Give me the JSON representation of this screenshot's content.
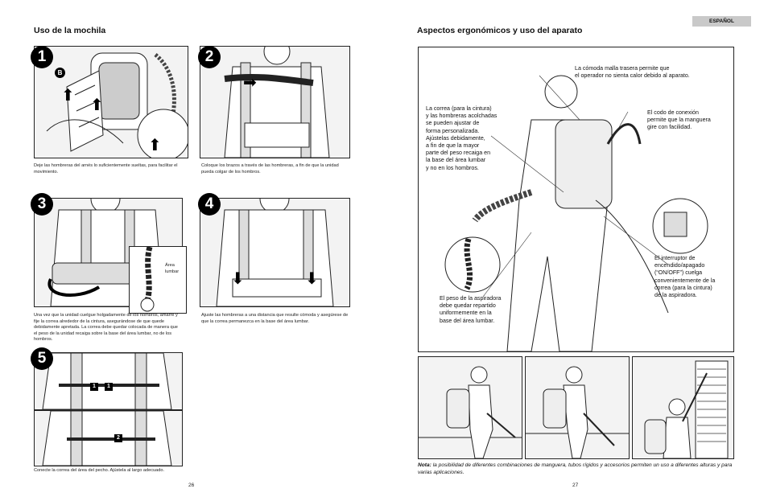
{
  "left": {
    "title": "Uso de la mochila",
    "steps": [
      {
        "number": "1",
        "label_b": "B",
        "caption": "Deje las hombreras del arnés lo suficientemente sueltas, para facilitar el movimiento."
      },
      {
        "number": "2",
        "caption": "Coloque los brazos a través de las hombreras, a fin de que la unidad pueda colgar de los hombros."
      },
      {
        "number": "3",
        "inset_label": "Área lumbar",
        "caption": "Una vez que la unidad cuelgue holgadamente de los hombros, amarre y fije la correa alrededor de la cintura, asegurándose de que quede debidamente apretada. La correa debe quedar colocada de manera que el peso de la unidad recaiga sobre la base del área lumbar, no de los hombros."
      },
      {
        "number": "4",
        "caption": "Ajuste las hombreras a una distancia que resulte cómoda y asegúrese de que la correa permanezca en la base del área lumbar."
      },
      {
        "number": "5",
        "marker_a": "1",
        "marker_b": "1",
        "marker_c": "2",
        "caption": "Conecte la correa del área del pecho. Ajústela al largo adecuado."
      }
    ],
    "page_number": "26"
  },
  "right": {
    "language_tag": "ESPAÑOL",
    "title": "Aspectos ergonómicos y uso del aparato",
    "callouts": {
      "mesh": "La cómoda malla trasera permite que\nel operador no sienta calor debido al aparato.",
      "strap": "La correa (para la cintura)\ny las hombreras acolchadas\nse pueden ajustar de\nforma personalizada.\nAjústelas debidamente,\na fin de que la mayor\nparte del peso recaiga en\nla base del área lumbar\ny no en los hombros.",
      "elbow": "El codo de conexión\npermite que la manguera\ngire con facilidad.",
      "switch": "El interruptor de\nencendido/apagado\n(“ON/OFF”) cuelga\nconvenientemente de la\ncorrea (para la cintura)\nde la aspiradora.",
      "weight": "El peso de la aspiradora\ndebe quedar repartido\nuniformemente en la\nbase del área lumbar."
    },
    "note_label": "Nota:",
    "note_text": " la posibilidad de diferentes combinaciones de manguera, tubos rígidos y accesorios permiten un uso a diferentes alturas y para varias aplicaciones.",
    "page_number": "27"
  }
}
